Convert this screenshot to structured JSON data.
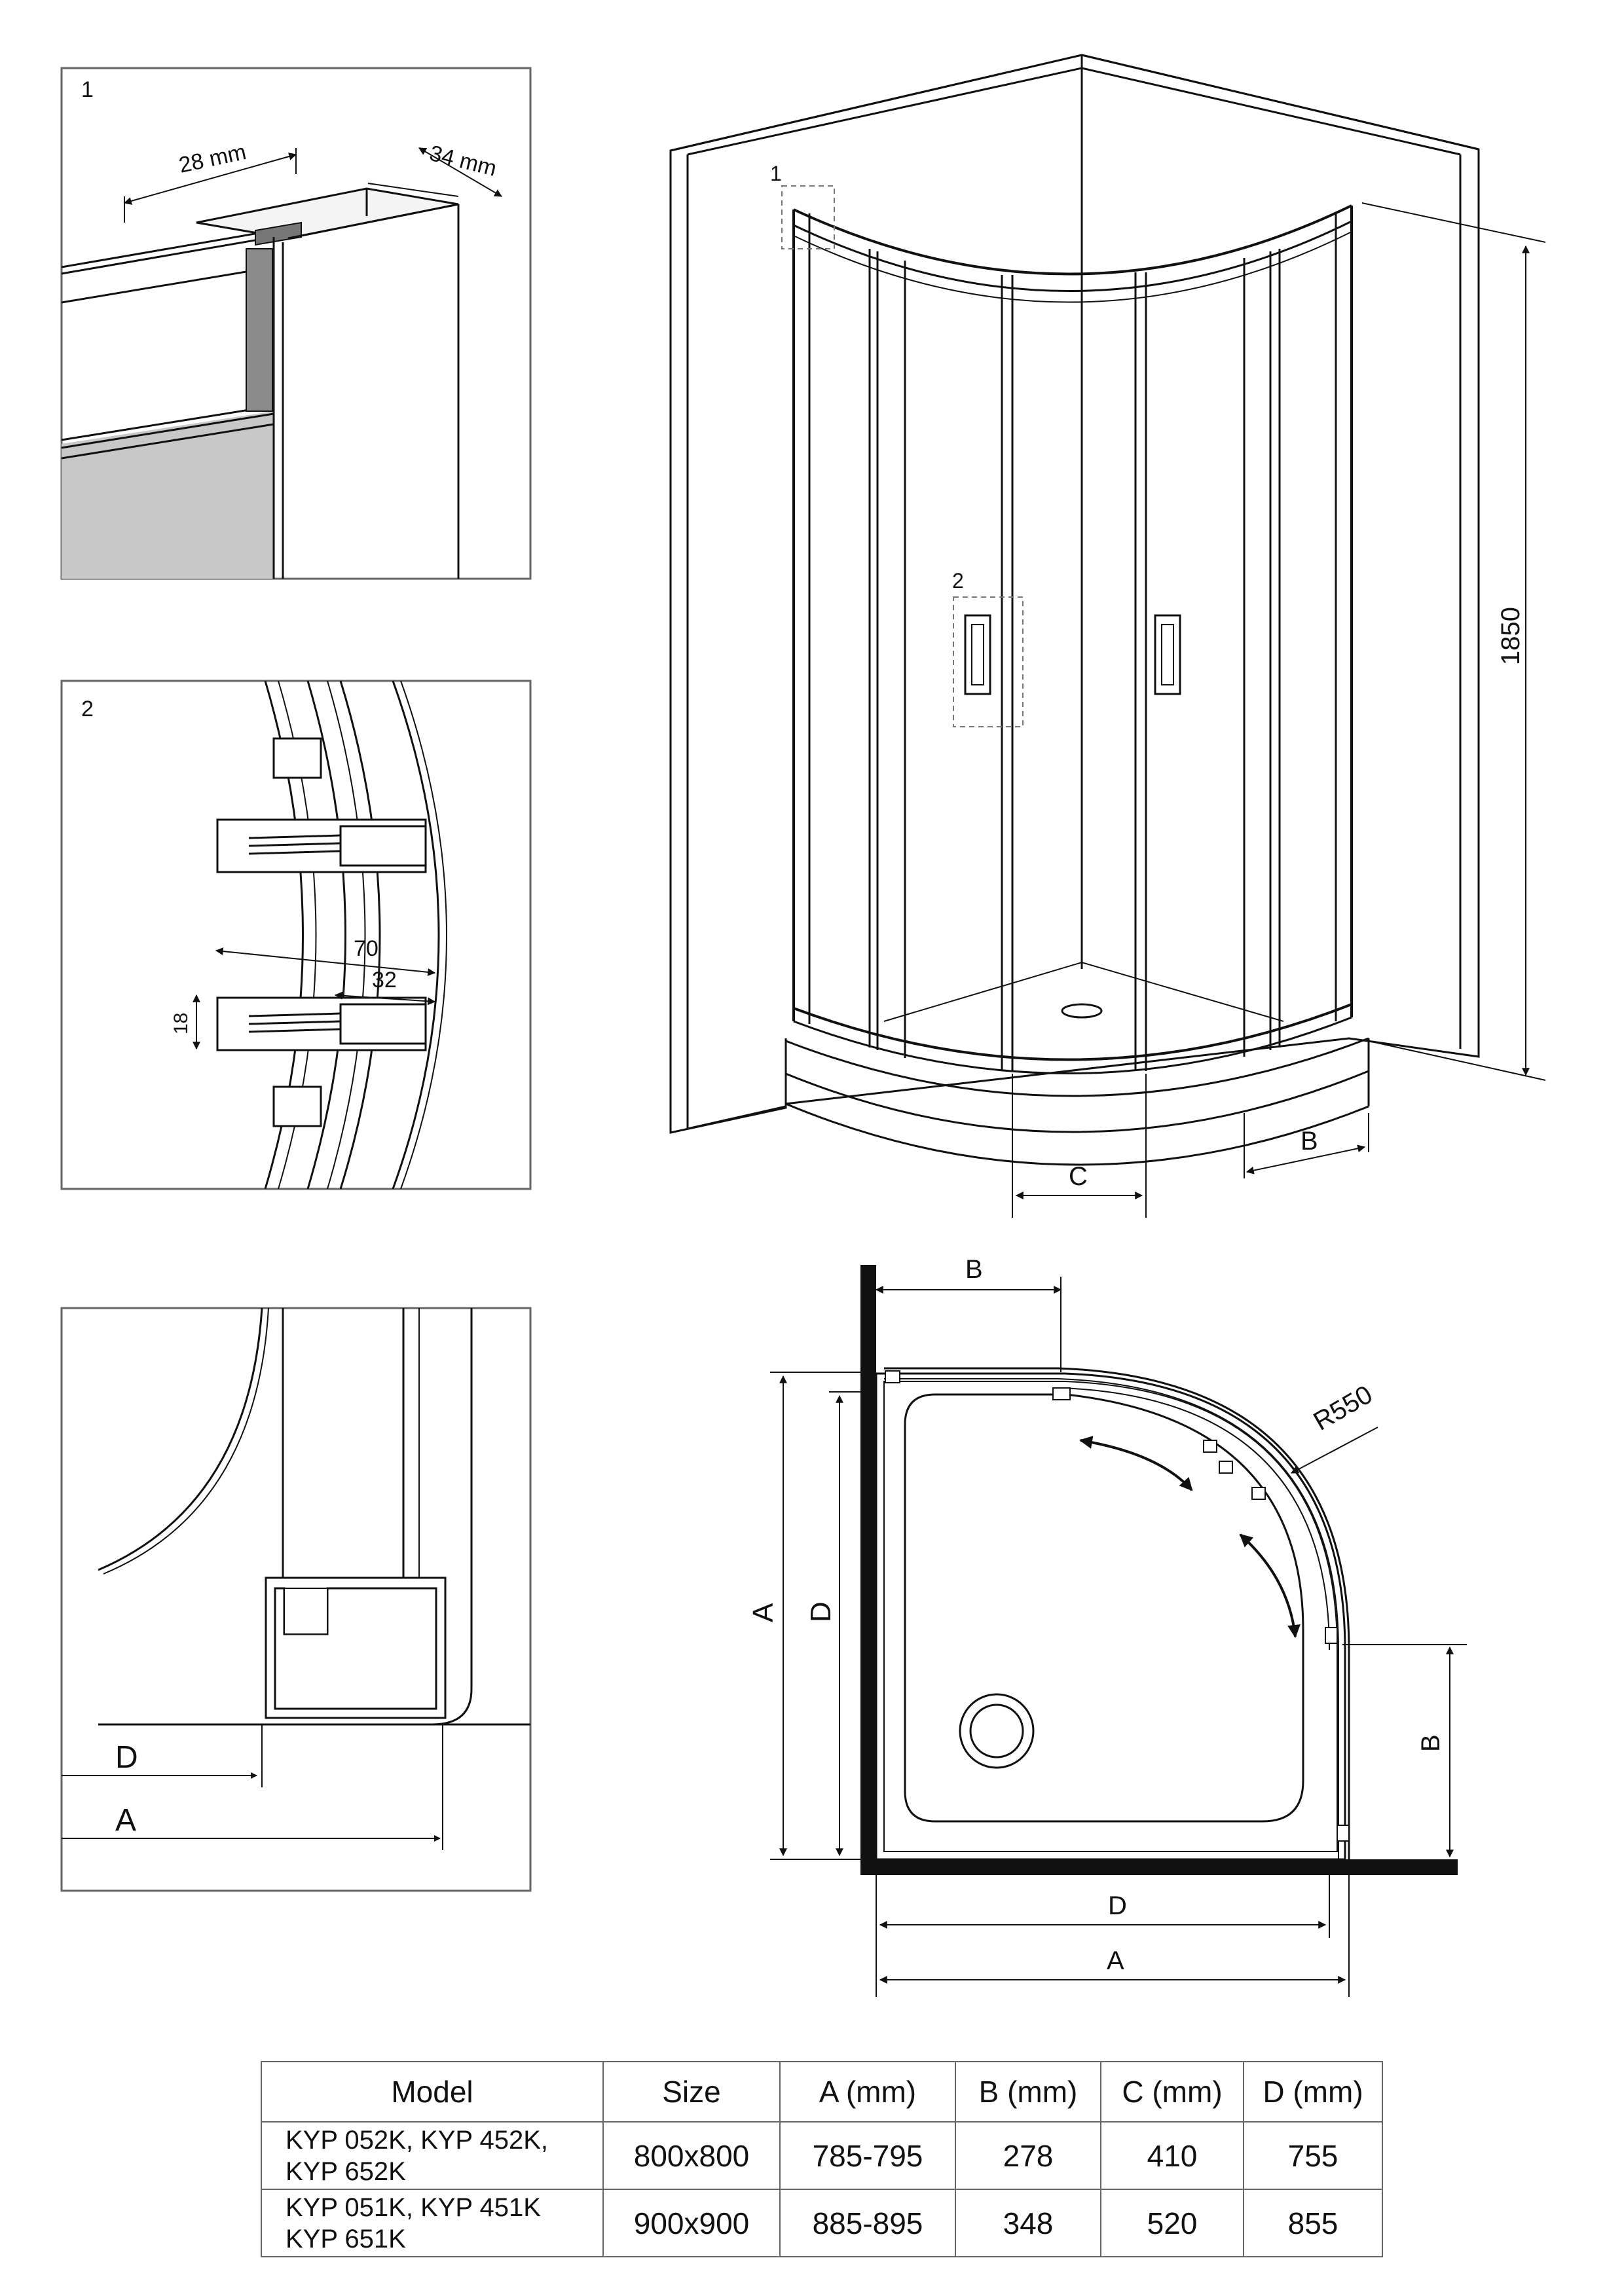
{
  "panels": {
    "detail1": {
      "number": "1",
      "dim_28": "28 mm",
      "dim_34": "34 mm"
    },
    "detail2": {
      "number": "2",
      "dim_70": "70",
      "dim_32": "32",
      "dim_18": "18"
    },
    "detail3": {
      "label_d": "D",
      "label_a": "A"
    },
    "main_view": {
      "callout_1": "1",
      "callout_2": "2",
      "height": "1850",
      "label_b": "B",
      "label_c": "C"
    },
    "plan_view": {
      "label_b_top": "B",
      "label_b_right": "B",
      "label_a_left": "A",
      "label_d_left": "D",
      "label_d_bottom": "D",
      "label_a_bottom": "A",
      "radius": "R550"
    }
  },
  "table": {
    "headers": [
      "Model",
      "Size",
      "A (mm)",
      "B (mm)",
      "C (mm)",
      "D (mm)"
    ],
    "rows": [
      {
        "model_line1": "KYP 052K, KYP 452K,",
        "model_line2": "KYP 652K",
        "size": "800x800",
        "a": "785-795",
        "b": "278",
        "c": "410",
        "d": "755"
      },
      {
        "model_line1": "KYP 051K, KYP 451K",
        "model_line2": "KYP 651K",
        "size": "900x900",
        "a": "885-895",
        "b": "348",
        "c": "520",
        "d": "855"
      }
    ]
  }
}
